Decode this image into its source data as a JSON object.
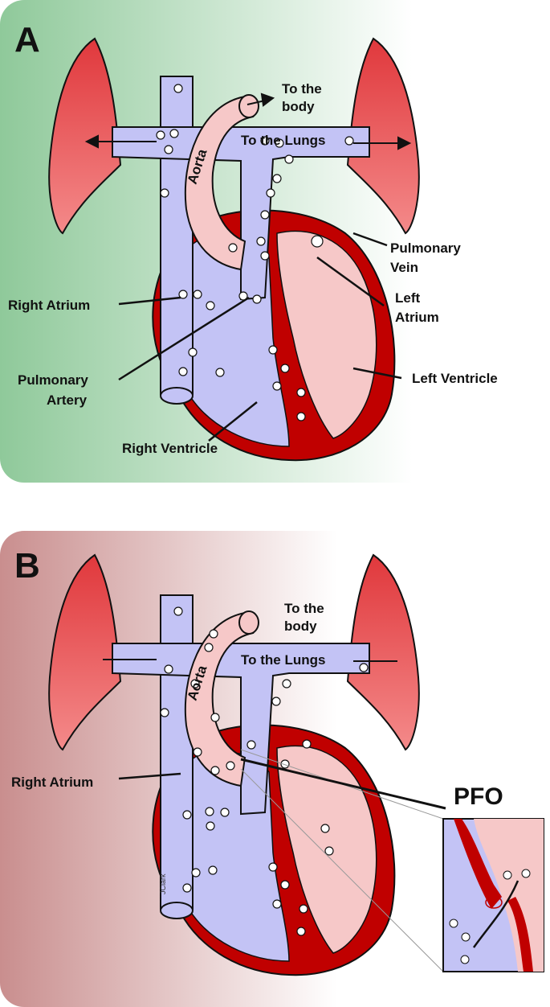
{
  "panel_a": {
    "letter": "A",
    "labels": {
      "to_the_body": [
        "To the",
        "body"
      ],
      "to_the_lungs": "To the Lungs",
      "aorta": "Aorta",
      "pulmonary_vein": [
        "Pulmonary",
        "Vein"
      ],
      "right_atrium": "Right Atrium",
      "left_atrium": [
        "Left",
        "Atrium"
      ],
      "pulmonary_artery": [
        "Pulmonary",
        "Artery"
      ],
      "left_ventricle": "Left Ventricle",
      "right_ventricle": "Right Ventricle"
    }
  },
  "panel_b": {
    "letter": "B",
    "labels": {
      "to_the_body": [
        "To the",
        "body"
      ],
      "to_the_lungs": "To the Lungs",
      "aorta": "Aorta",
      "right_atrium": "Right Atrium",
      "pfo": "PFO"
    },
    "signature": "JClark"
  },
  "colors": {
    "panel_a_bg": "#8fc99a",
    "panel_b_bg": "#c98e8e",
    "lung": "#e8494c",
    "deoxygenated": "#c3c3f5",
    "oxygenated": "#f6c8c8",
    "myocardium": "#c00000",
    "myocardium_dark": "#8b0000"
  }
}
